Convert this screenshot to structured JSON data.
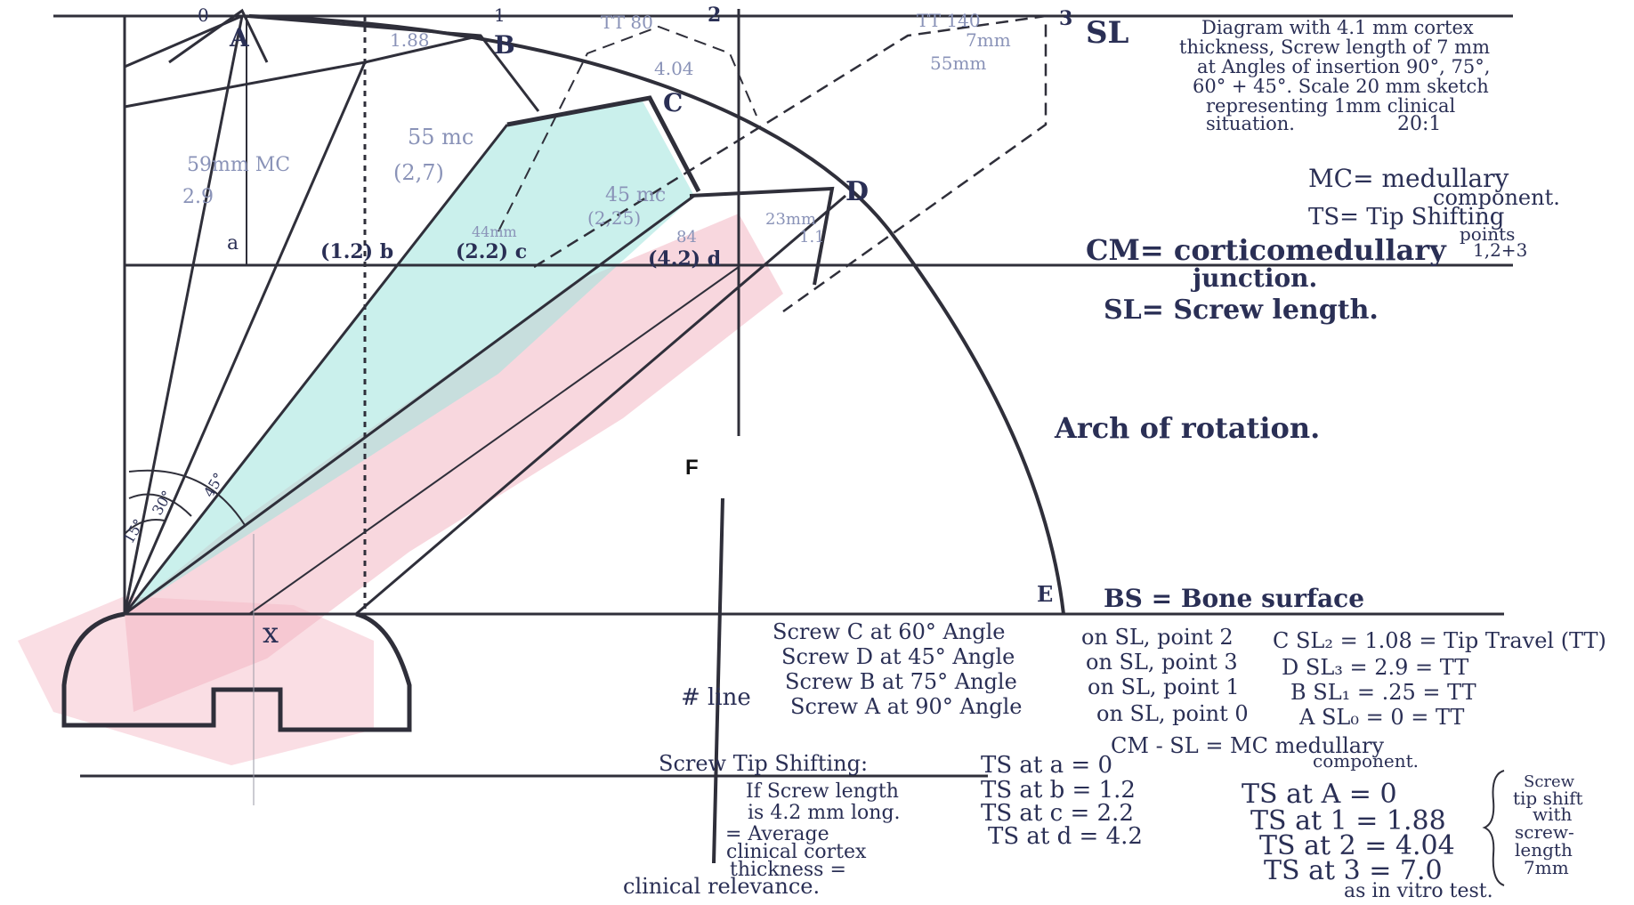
{
  "title": {
    "line1": "Diagram with 4.1 mm cortex",
    "line2": "thickness, Screw length of 7 mm",
    "line3": "at Angles of insertion 90°, 75°,",
    "line4": "60° + 45°. Scale 20 mm sketch",
    "line5": "representing 1mm clinical",
    "line6": "situation.",
    "scale": "20:1"
  },
  "legend": {
    "mc_label": "MC= medullary",
    "mc_label2": "component.",
    "ts_label": "TS= Tip Shifting",
    "ts_label2": "points",
    "ts_label3": "1,2+3",
    "cm_label": "CM= corticomedullary",
    "cm_label2": "junction.",
    "sl_label": "SL= Screw length."
  },
  "lines": {
    "sl": "SL",
    "cm": "CM",
    "bs": "BS = Bone surface",
    "arch": "Arch of rotation.",
    "f": "F",
    "hline": "# line",
    "x_mark": "x"
  },
  "points": {
    "A": "A",
    "B": "B",
    "C": "C",
    "D": "D",
    "E": "E",
    "zero": "0",
    "one": "1",
    "two": "2",
    "three": "3",
    "a": "a",
    "b": "(1.2) b",
    "c": "(2.2) c",
    "d": "(4.2) d"
  },
  "angles": {
    "a15": "15°",
    "a30": "30°",
    "a45": "45°"
  },
  "faint_notes": {
    "n1": "59mm MC",
    "n2": "2.9",
    "n3": "55 mc",
    "n4": "(2,7)",
    "n5": "45 mc",
    "n6": "(2,25)",
    "n7": "23mm",
    "n8": "1.1",
    "n9": "TT 80",
    "n10": "4.04",
    "n11": "TT 140",
    "n12": "7mm",
    "n13": "55mm",
    "n14": "1.88",
    "n15": "84",
    "n16": "44mm"
  },
  "screws": [
    {
      "left": "Screw C at 60° Angle",
      "mid": "on SL, point 2",
      "right": "C SL₂ = 1.08 = Tip Travel (TT)"
    },
    {
      "left": "Screw D at 45° Angle",
      "mid": "on SL, point 3",
      "right": "D SL₃ = 2.9 = TT"
    },
    {
      "left": "Screw B at 75° Angle",
      "mid": "on SL, point 1",
      "right": "B SL₁ = .25 = TT"
    },
    {
      "left": "Screw A at 90° Angle",
      "mid": "on SL, point 0",
      "right": "A SL₀ = 0   = TT"
    }
  ],
  "cm_sl": {
    "text": "CM - SL = MC medullary",
    "text2": "component."
  },
  "tip_shifting": {
    "heading": "Screw Tip Shifting:",
    "ts_a": "TS at a = 0",
    "ts_b": "TS at b = 1.2",
    "ts_c": "TS at c = 2.2",
    "ts_d": "TS at d = 4.2",
    "note1": "If Screw length",
    "note2": "is 4.2 mm long.",
    "note3": "= Average",
    "note4": "clinical cortex",
    "note5": "thickness =",
    "note6": "clinical relevance."
  },
  "ts_capital": {
    "A": "TS at A = 0",
    "one": "TS at 1 = 1.88",
    "two": "TS at 2 = 4.04",
    "three": "TS at 3 = 7.0",
    "bracket1": "Screw",
    "bracket2": "tip shift",
    "bracket3": "with",
    "bracket4": "screw-",
    "bracket5": "length",
    "bracket6": "7mm",
    "bracket7": "as in vitro test."
  },
  "colors": {
    "ink": "#2f2f3a",
    "pen": "#2a2f55",
    "cyan_fill": "#9fe3dc",
    "pink_fill": "#f3b6c3",
    "faint": "#8a93b8"
  }
}
